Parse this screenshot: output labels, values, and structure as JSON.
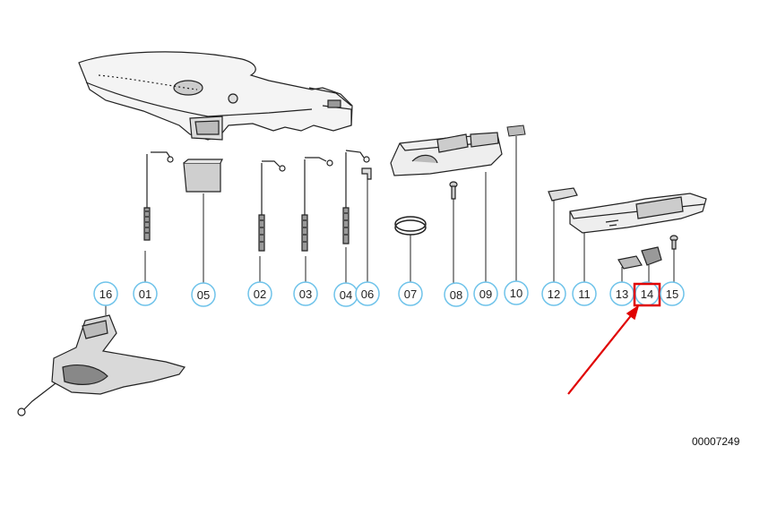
{
  "diagram": {
    "callouts": [
      {
        "id": "16",
        "label": "16"
      },
      {
        "id": "01",
        "label": "01"
      },
      {
        "id": "05",
        "label": "05"
      },
      {
        "id": "02",
        "label": "02"
      },
      {
        "id": "03",
        "label": "03"
      },
      {
        "id": "04",
        "label": "04"
      },
      {
        "id": "06",
        "label": "06"
      },
      {
        "id": "07",
        "label": "07"
      },
      {
        "id": "08",
        "label": "08"
      },
      {
        "id": "09",
        "label": "09"
      },
      {
        "id": "10",
        "label": "10"
      },
      {
        "id": "12",
        "label": "12"
      },
      {
        "id": "11",
        "label": "11"
      },
      {
        "id": "13",
        "label": "13"
      },
      {
        "id": "14",
        "label": "14"
      },
      {
        "id": "15",
        "label": "15"
      }
    ],
    "highlighted_callout": "14",
    "highlight_color": "#e00000",
    "callout_ring_color": "#6fc3ea",
    "document_number": "00007249"
  }
}
